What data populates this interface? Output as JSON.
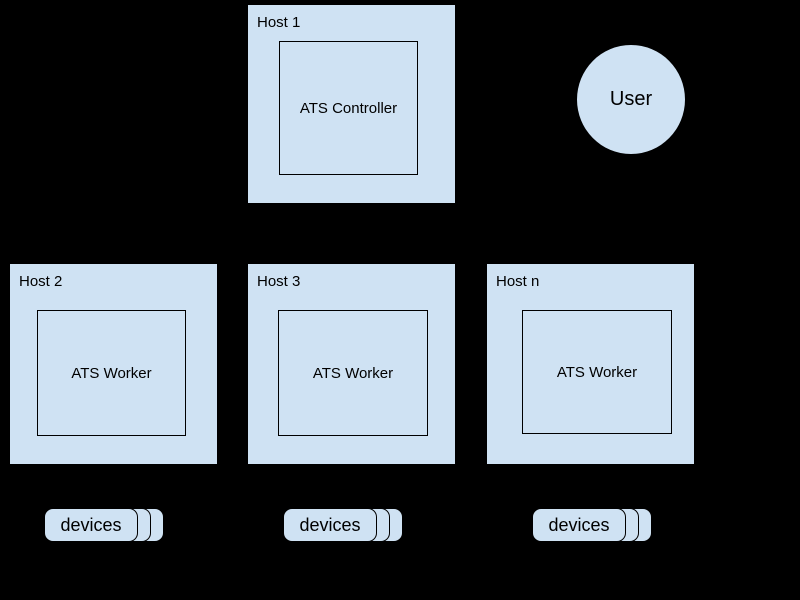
{
  "colors": {
    "background": "#000000",
    "node_fill": "#cfe2f3",
    "node_border": "#000000",
    "text": "#000000"
  },
  "diagram": {
    "controller_host": {
      "label": "Host 1",
      "component": "ATS Controller"
    },
    "user": {
      "label": "User"
    },
    "worker_hosts": [
      {
        "label": "Host 2",
        "component": "ATS Worker",
        "devices_label": "devices"
      },
      {
        "label": "Host 3",
        "component": "ATS Worker",
        "devices_label": "devices"
      },
      {
        "label": "Host n",
        "component": "ATS Worker",
        "devices_label": "devices"
      }
    ]
  }
}
